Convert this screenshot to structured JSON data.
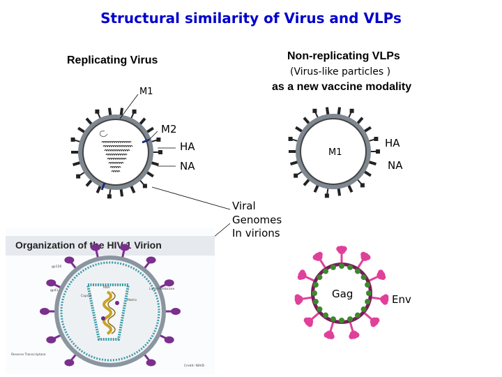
{
  "title": "Structural similarity of Virus and VLPs",
  "left": {
    "heading": "Replicating Virus",
    "labels": {
      "m1": "M1",
      "m2": "M2",
      "ha": "HA",
      "na": "NA"
    }
  },
  "right": {
    "heading": "Non-replicating VLPs",
    "subheading": "(Virus-like particles )",
    "subheading2": "as a new vaccine modality",
    "labels": {
      "m1": "M1",
      "ha": "HA",
      "na": "NA"
    }
  },
  "genome_label": {
    "line1": "Viral",
    "line2": "Genomes",
    "line3": "In virions"
  },
  "hiv": {
    "title": "Organization of the HIV-1 Virion",
    "credit": "Credit: NIAID",
    "parts": {
      "gp120": "gp120",
      "gp41": "gp41",
      "capsid": "Capsid",
      "rna": "RNA",
      "lipid_membrane": "Lipid Membrane",
      "matrix": "Matrix",
      "reverse_transcriptase": "Reverse Transcriptase"
    }
  },
  "vlp2": {
    "gag": "Gag",
    "env": "Env"
  },
  "colors": {
    "title": "#0000cc",
    "membrane": "#7f8790",
    "spike": "#222222",
    "gag_ring": "#3a8a2a",
    "env_pink": "#e0409a",
    "vlp_core": "#7a1b5a",
    "hiv_lipid": "#8a95a0",
    "hiv_spike": "#7b2f8e",
    "hiv_matrix": "#3a9aa8",
    "hiv_rna": "#c9a227"
  }
}
